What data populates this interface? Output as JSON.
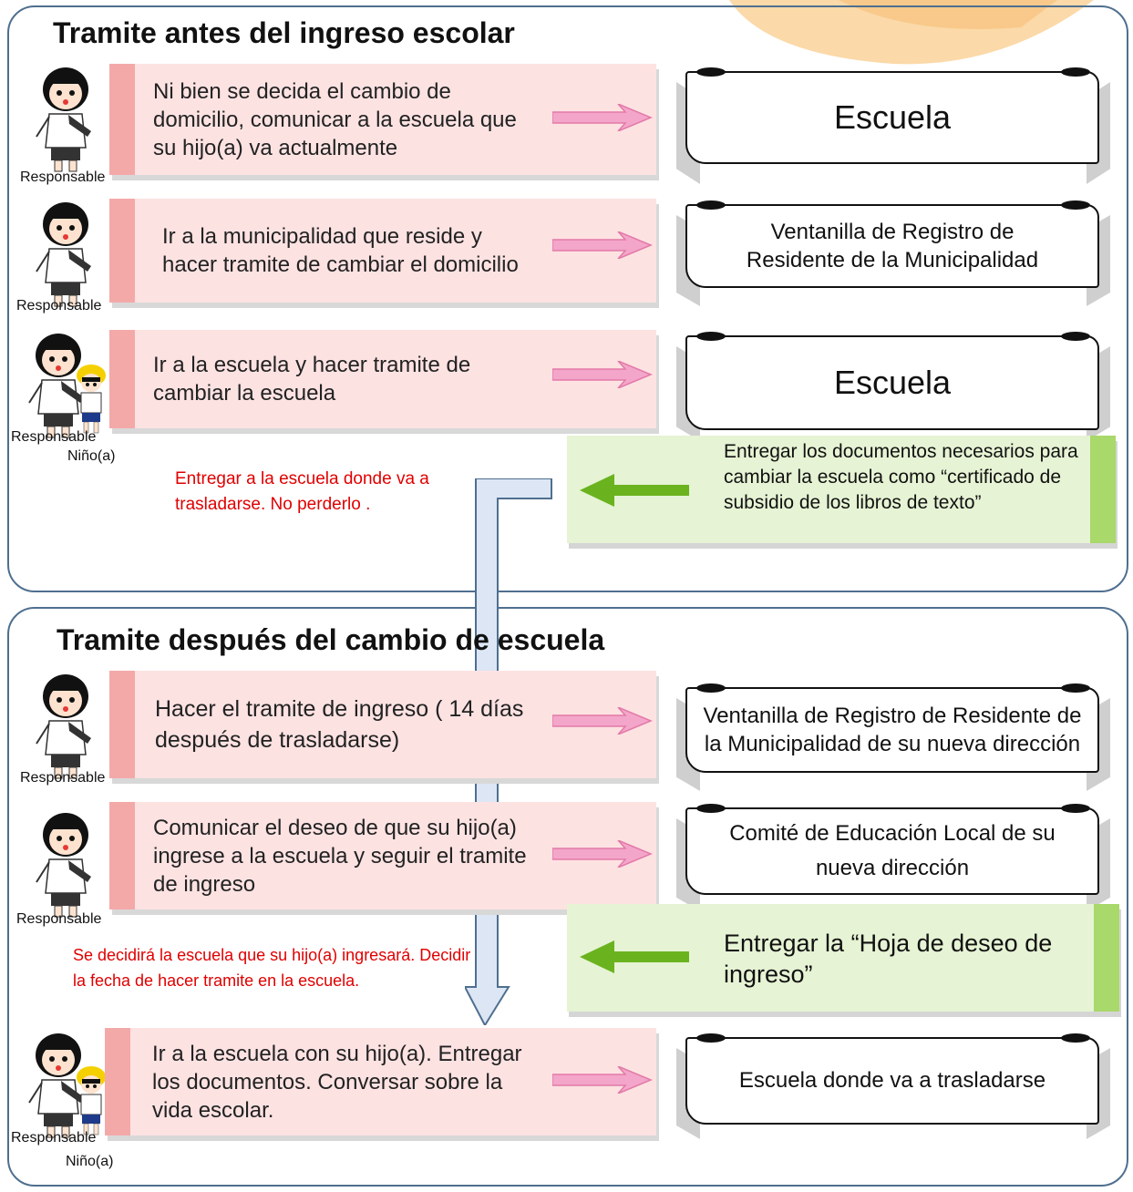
{
  "sections": {
    "before_title": "Tramite antes del ingreso escolar",
    "after_title": "Tramite después del cambio de escuela"
  },
  "labels": {
    "responsable": "Responsable",
    "nino": "Niño(a)"
  },
  "steps": [
    {
      "text": "Ni bien se decida  el cambio de domicilio, comunicar a la escuela que su hijo(a) va actualmente",
      "destination": "Escuela"
    },
    {
      "text": "Ir a la municipalidad que reside y hacer tramite de cambiar el domicilio",
      "destination": "Ventanilla de Registro de Residente de la Municipalidad"
    },
    {
      "text": "Ir a la escuela y hacer tramite de cambiar la escuela",
      "destination": "Escuela"
    },
    {
      "text": "Hacer el tramite de ingreso ( 14 días después de trasladarse)",
      "destination": "Ventanilla de Registro de Residente de la Municipalidad de su nueva dirección"
    },
    {
      "text": "Comunicar el deseo de que su hijo(a) ingrese a la escuela y seguir el tramite de ingreso",
      "destination": "Comité de Educación Local de su nueva dirección"
    },
    {
      "text": "Ir a la escuela con su hijo(a). Entregar los documentos. Conversar sobre la vida escolar.",
      "destination": "Escuela donde va a trasladarse"
    }
  ],
  "notes": {
    "green1": "Entregar los documentos necesarios para cambiar la escuela como “certificado de subsidio de los libros de texto”",
    "red1": "Entregar a la escuela donde va a trasladarse. No perderlo .",
    "green2": "Entregar la “Hoja de deseo de ingreso”",
    "red2": "Se decidirá la escuela que su hijo(a) ingresará. Decidir la fecha de hacer tramite en la escuela."
  },
  "colors": {
    "step_bg": "#fde2e2",
    "step_bar": "#f4a9a9",
    "note_bg": "#e6f3d4",
    "note_bar": "#a9d86b",
    "flow_arrow": "#dce6f4",
    "section_border": "#4f6f8f",
    "red_note": "#e00000"
  }
}
